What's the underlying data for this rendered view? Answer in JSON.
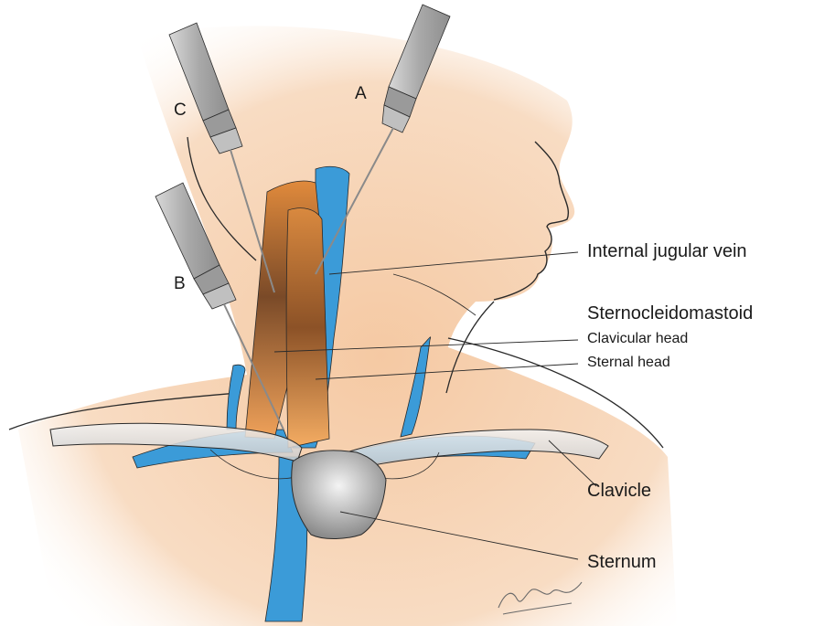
{
  "needle_labels": {
    "a": "A",
    "b": "B",
    "c": "C"
  },
  "structure_labels": {
    "internal_jugular_vein": "Internal jugular vein",
    "sternocleidomastoid": "Sternocleidomastoid",
    "clavicular_head": "Clavicular head",
    "sternal_head": "Sternal head",
    "clavicle": "Clavicle",
    "sternum": "Sternum"
  },
  "colors": {
    "skin": "#f7d6b8",
    "vein": "#3b9bd8",
    "muscle_dark": "#b5621c",
    "muscle_light": "#f1a55a",
    "bone": "#dcdcdc",
    "syringe": "#b9b9b9"
  },
  "icons": {
    "signature": "artist-signature"
  }
}
